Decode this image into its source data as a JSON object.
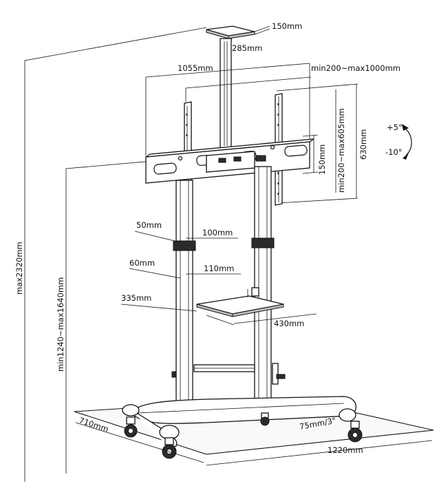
{
  "dimensions": {
    "top_plate_depth": "150mm",
    "top_plate_width": "285mm",
    "overall_width": "1055mm",
    "vesa_horizontal": "min200~max1000mm",
    "vesa_vertical_min": "150mm",
    "vesa_vertical_range": "min200~max605mm",
    "bracket_height": "630mm",
    "tilt_up": "+5°",
    "tilt_down": "-10°",
    "total_height": "max2320mm",
    "height_range": "min1240~max1640mm",
    "upper_collar_offset": "50mm",
    "upper_collar_height": "100mm",
    "lower_collar_offset": "60mm",
    "lower_collar_height": "110mm",
    "shelf_depth": "335mm",
    "shelf_width": "430mm",
    "base_depth": "710mm",
    "caster_size": "75mm/3\"",
    "base_width": "1220mm"
  }
}
